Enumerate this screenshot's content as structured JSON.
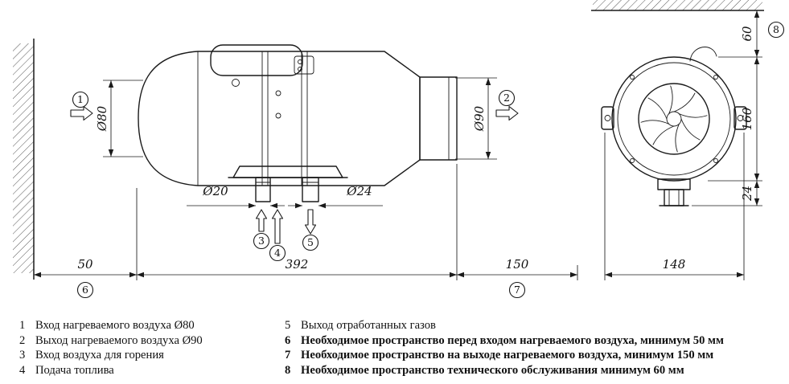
{
  "colors": {
    "background": "#ffffff",
    "line": "#1a1a1a"
  },
  "drawing": {
    "side_view": {
      "d80": "Ø80",
      "d90": "Ø90",
      "d20": "Ø20",
      "d24": "Ø24",
      "dim_50": "50",
      "dim_392": "392",
      "dim_150": "150"
    },
    "front_view": {
      "dim_60": "60",
      "dim_160": "160",
      "dim_24": "24",
      "dim_148": "148"
    },
    "callouts": {
      "c1": "1",
      "c2": "2",
      "c3": "3",
      "c4": "4",
      "c5": "5",
      "c6": "6",
      "c7": "7",
      "c8": "8"
    }
  },
  "legend": {
    "left": [
      {
        "num": "1",
        "text": "Вход нагреваемого воздуха Ø80"
      },
      {
        "num": "2",
        "text": "Выход нагреваемого воздуха Ø90"
      },
      {
        "num": "3",
        "text": "Вход воздуха для горения"
      },
      {
        "num": "4",
        "text": "Подача топлива"
      }
    ],
    "right": [
      {
        "num": "5",
        "text": "Выход отработанных газов"
      },
      {
        "num": "6",
        "text": "Необходимое пространство перед входом нагреваемого воздуха, минимум 50 мм"
      },
      {
        "num": "7",
        "text": "Необходимое пространство на выходе нагреваемого воздуха, минимум 150 мм"
      },
      {
        "num": "8",
        "text": "Необходимое пространство технического обслуживания минимум 60 мм"
      }
    ]
  }
}
